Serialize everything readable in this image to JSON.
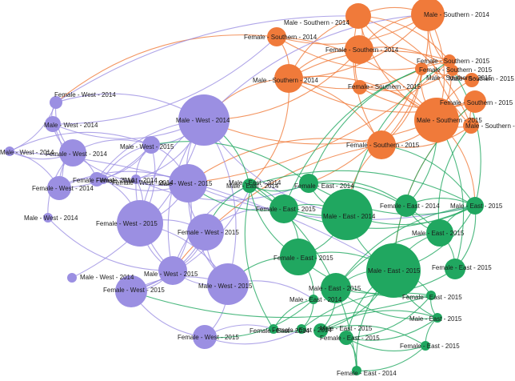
{
  "colors": {
    "west": "#9b8fe2",
    "southern": "#f07a3a",
    "east": "#20a760"
  },
  "nodes": [
    {
      "id": "s1",
      "group": "southern",
      "label": "Male - Southern - 2014"
    },
    {
      "id": "s2",
      "group": "southern",
      "label": "Male - Southern - 2014"
    },
    {
      "id": "s3",
      "group": "southern",
      "label": "Female - Southern - 2014"
    },
    {
      "id": "s4",
      "group": "southern",
      "label": "Female - Southern - 2014"
    },
    {
      "id": "s5",
      "group": "southern",
      "label": "Male - Southern - 2014"
    },
    {
      "id": "s6",
      "group": "southern",
      "label": "Female - Southern - 2015"
    },
    {
      "id": "s7",
      "group": "southern",
      "label": "Female - Southern - 2015"
    },
    {
      "id": "s8",
      "group": "southern",
      "label": "Male - Southern - 2015"
    },
    {
      "id": "s9",
      "group": "southern",
      "label": "Male - Southern - 2015"
    },
    {
      "id": "s10",
      "group": "southern",
      "label": "Female - Southern - 2015"
    },
    {
      "id": "s11",
      "group": "southern",
      "label": "Male - Southern - 2015"
    },
    {
      "id": "s12",
      "group": "southern",
      "label": "Female - Southern - 2015"
    },
    {
      "id": "s13",
      "group": "southern",
      "label": "Male - Southern - 2015"
    },
    {
      "id": "s14",
      "group": "southern",
      "label": "Female - Southern - 2015"
    },
    {
      "id": "w1",
      "group": "west",
      "label": "Female - West - 2014"
    },
    {
      "id": "w2",
      "group": "west",
      "label": "Male - West - 2014"
    },
    {
      "id": "w3",
      "group": "west",
      "label": "Male - West - 2014"
    },
    {
      "id": "w4",
      "group": "west",
      "label": "Female - West - 2014"
    },
    {
      "id": "w5",
      "group": "west",
      "label": "Female - West - 2014"
    },
    {
      "id": "w6",
      "group": "west",
      "label": "Male - West - 2014"
    },
    {
      "id": "w7",
      "group": "west",
      "label": "Female - West - 2014"
    },
    {
      "id": "w8",
      "group": "west",
      "label": "Male - West - 2015"
    },
    {
      "id": "w9",
      "group": "west",
      "label": "Female - West - 2014"
    },
    {
      "id": "w10",
      "group": "west",
      "label": "Male - West - 2015"
    },
    {
      "id": "w11",
      "group": "west",
      "label": "Female - West - 2014"
    },
    {
      "id": "w12",
      "group": "west",
      "label": "Female - West - 2015"
    },
    {
      "id": "w13",
      "group": "west",
      "label": "Female - West - 2015"
    },
    {
      "id": "w14",
      "group": "west",
      "label": "Male - West - 2015"
    },
    {
      "id": "w15",
      "group": "west",
      "label": "Male - West - 2015"
    },
    {
      "id": "w16",
      "group": "west",
      "label": "Female - West - 2015"
    },
    {
      "id": "w17",
      "group": "west",
      "label": "Female - West - 2015"
    },
    {
      "id": "w18",
      "group": "west",
      "label": "Male - West - 2014"
    },
    {
      "id": "w19",
      "group": "west",
      "label": "Male - West - 2014"
    },
    {
      "id": "e1",
      "group": "east",
      "label": "Male - East - 2014"
    },
    {
      "id": "e2",
      "group": "east",
      "label": "Female - East - 2014"
    },
    {
      "id": "e3",
      "group": "east",
      "label": "Female - East - 2015"
    },
    {
      "id": "e4",
      "group": "east",
      "label": "Male - East - 2014"
    },
    {
      "id": "e5",
      "group": "east",
      "label": "Female - East - 2014"
    },
    {
      "id": "e6",
      "group": "east",
      "label": "Male - East - 2015"
    },
    {
      "id": "e7",
      "group": "east",
      "label": "Female - East - 2015"
    },
    {
      "id": "e8",
      "group": "east",
      "label": "Male - East - 2015"
    },
    {
      "id": "e9",
      "group": "east",
      "label": "Male - East - 2015"
    },
    {
      "id": "e10",
      "group": "east",
      "label": "Female - East - 2015"
    },
    {
      "id": "e11",
      "group": "east",
      "label": "Male - East - 2015"
    },
    {
      "id": "e12",
      "group": "east",
      "label": "Female - East - 2015"
    },
    {
      "id": "e13",
      "group": "east",
      "label": "Male - East - 2015"
    },
    {
      "id": "e14",
      "group": "east",
      "label": "Male - East - 2015"
    },
    {
      "id": "e15",
      "group": "east",
      "label": "Female - East - 2015"
    },
    {
      "id": "e16",
      "group": "east",
      "label": "Female - East - 2015"
    },
    {
      "id": "e17",
      "group": "east",
      "label": "Female - East - 2014"
    },
    {
      "id": "e18",
      "group": "east",
      "label": "Male - East - 2014"
    },
    {
      "id": "e19",
      "group": "east",
      "label": "Female - East - 2014"
    },
    {
      "id": "e20",
      "group": "east",
      "label": "Female - East - 2014"
    },
    {
      "id": "e21",
      "group": "east",
      "label": "Male - East - 2014"
    }
  ],
  "edges": [
    [
      "s1",
      "s2",
      "southern"
    ],
    [
      "s1",
      "s3",
      "southern"
    ],
    [
      "s1",
      "s4",
      "southern"
    ],
    [
      "s1",
      "s5",
      "southern"
    ],
    [
      "s1",
      "s8",
      "southern"
    ],
    [
      "s1",
      "s11",
      "southern"
    ],
    [
      "s1",
      "s13",
      "southern"
    ],
    [
      "s2",
      "s4",
      "southern"
    ],
    [
      "s2",
      "s5",
      "southern"
    ],
    [
      "s2",
      "s6",
      "southern"
    ],
    [
      "s2",
      "s9",
      "southern"
    ],
    [
      "s2",
      "s13",
      "southern"
    ],
    [
      "s2",
      "s14",
      "southern"
    ],
    [
      "s3",
      "s5",
      "southern"
    ],
    [
      "s3",
      "s6",
      "southern"
    ],
    [
      "s3",
      "s11",
      "southern"
    ],
    [
      "s4",
      "s5",
      "southern"
    ],
    [
      "s4",
      "s8",
      "southern"
    ],
    [
      "s4",
      "s10",
      "southern"
    ],
    [
      "s5",
      "s6",
      "southern"
    ],
    [
      "s5",
      "s7",
      "southern"
    ],
    [
      "s5",
      "s11",
      "southern"
    ],
    [
      "s5",
      "s12",
      "southern"
    ],
    [
      "s5",
      "s14",
      "southern"
    ],
    [
      "s6",
      "s7",
      "southern"
    ],
    [
      "s6",
      "s11",
      "southern"
    ],
    [
      "s7",
      "s11",
      "southern"
    ],
    [
      "s7",
      "s14",
      "southern"
    ],
    [
      "s8",
      "s9",
      "southern"
    ],
    [
      "s8",
      "s10",
      "southern"
    ],
    [
      "s9",
      "s11",
      "southern"
    ],
    [
      "s10",
      "s11",
      "southern"
    ],
    [
      "s10",
      "s12",
      "southern"
    ],
    [
      "s11",
      "s12",
      "southern"
    ],
    [
      "s11",
      "s13",
      "southern"
    ],
    [
      "s11",
      "s14",
      "southern"
    ],
    [
      "s12",
      "s13",
      "southern"
    ],
    [
      "s13",
      "s14",
      "southern"
    ],
    [
      "s2",
      "s11",
      "southern"
    ],
    [
      "s1",
      "s14",
      "southern"
    ],
    [
      "s5",
      "w6",
      "southern"
    ],
    [
      "s4",
      "w6",
      "southern"
    ],
    [
      "s14",
      "w10",
      "southern"
    ],
    [
      "s11",
      "w6",
      "southern"
    ],
    [
      "s3",
      "w1",
      "southern"
    ],
    [
      "s6",
      "w10",
      "southern"
    ],
    [
      "s14",
      "w14",
      "southern"
    ],
    [
      "s11",
      "e6",
      "southern"
    ],
    [
      "s14",
      "e4",
      "southern"
    ],
    [
      "s5",
      "e1",
      "southern"
    ],
    [
      "s12",
      "e8",
      "southern"
    ],
    [
      "s7",
      "e2",
      "southern"
    ],
    [
      "w1",
      "w2",
      "west"
    ],
    [
      "w1",
      "w3",
      "west"
    ],
    [
      "w1",
      "w4",
      "west"
    ],
    [
      "w1",
      "w6",
      "west"
    ],
    [
      "w2",
      "w4",
      "west"
    ],
    [
      "w2",
      "w5",
      "west"
    ],
    [
      "w3",
      "w4",
      "west"
    ],
    [
      "w3",
      "w5",
      "west"
    ],
    [
      "w4",
      "w5",
      "west"
    ],
    [
      "w4",
      "w7",
      "west"
    ],
    [
      "w4",
      "w10",
      "west"
    ],
    [
      "w5",
      "w7",
      "west"
    ],
    [
      "w5",
      "w8",
      "west"
    ],
    [
      "w5",
      "w10",
      "west"
    ],
    [
      "w6",
      "w7",
      "west"
    ],
    [
      "w6",
      "w8",
      "west"
    ],
    [
      "w6",
      "w10",
      "west"
    ],
    [
      "w6",
      "w11",
      "west"
    ],
    [
      "w6",
      "w14",
      "west"
    ],
    [
      "w6",
      "w15",
      "west"
    ],
    [
      "w7",
      "w8",
      "west"
    ],
    [
      "w7",
      "w9",
      "west"
    ],
    [
      "w8",
      "w9",
      "west"
    ],
    [
      "w8",
      "w10",
      "west"
    ],
    [
      "w8",
      "w11",
      "west"
    ],
    [
      "w8",
      "w12",
      "west"
    ],
    [
      "w9",
      "w10",
      "west"
    ],
    [
      "w9",
      "w12",
      "west"
    ],
    [
      "w10",
      "w11",
      "west"
    ],
    [
      "w10",
      "w12",
      "west"
    ],
    [
      "w10",
      "w13",
      "west"
    ],
    [
      "w10",
      "w14",
      "west"
    ],
    [
      "w10",
      "w15",
      "west"
    ],
    [
      "w11",
      "w12",
      "west"
    ],
    [
      "w11",
      "w14",
      "west"
    ],
    [
      "w12",
      "w13",
      "west"
    ],
    [
      "w12",
      "w14",
      "west"
    ],
    [
      "w13",
      "w14",
      "west"
    ],
    [
      "w13",
      "w15",
      "west"
    ],
    [
      "w13",
      "w16",
      "west"
    ],
    [
      "w14",
      "w15",
      "west"
    ],
    [
      "w14",
      "w16",
      "west"
    ],
    [
      "w15",
      "w16",
      "west"
    ],
    [
      "w15",
      "w17",
      "west"
    ],
    [
      "w16",
      "w17",
      "west"
    ],
    [
      "w12",
      "w15",
      "west"
    ],
    [
      "w2",
      "w6",
      "west"
    ],
    [
      "w4",
      "w8",
      "west"
    ],
    [
      "w6",
      "w12",
      "west"
    ],
    [
      "w3",
      "w8",
      "west"
    ],
    [
      "w18",
      "w6",
      "west"
    ],
    [
      "w19",
      "w4",
      "west"
    ],
    [
      "w19",
      "w14",
      "west"
    ],
    [
      "w6",
      "s1",
      "west"
    ],
    [
      "w2",
      "s3",
      "west"
    ],
    [
      "w1",
      "s2",
      "west"
    ],
    [
      "w17",
      "e17",
      "west"
    ],
    [
      "w15",
      "e18",
      "west"
    ],
    [
      "w6",
      "e4",
      "west"
    ],
    [
      "w14",
      "e1",
      "west"
    ],
    [
      "w10",
      "e6",
      "west"
    ],
    [
      "w17",
      "e19",
      "west"
    ],
    [
      "w16",
      "e21",
      "west"
    ],
    [
      "w13",
      "e3",
      "west"
    ],
    [
      "w11",
      "e2",
      "west"
    ],
    [
      "w3",
      "e8",
      "west"
    ],
    [
      "e1",
      "e2",
      "east"
    ],
    [
      "e1",
      "e3",
      "east"
    ],
    [
      "e1",
      "e4",
      "east"
    ],
    [
      "e1",
      "e6",
      "east"
    ],
    [
      "e2",
      "e4",
      "east"
    ],
    [
      "e2",
      "e5",
      "east"
    ],
    [
      "e2",
      "e6",
      "east"
    ],
    [
      "e3",
      "e4",
      "east"
    ],
    [
      "e3",
      "e6",
      "east"
    ],
    [
      "e3",
      "e7",
      "east"
    ],
    [
      "e4",
      "e6",
      "east"
    ],
    [
      "e4",
      "e7",
      "east"
    ],
    [
      "e4",
      "e8",
      "east"
    ],
    [
      "e5",
      "e6",
      "east"
    ],
    [
      "e5",
      "e9",
      "east"
    ],
    [
      "e6",
      "e8",
      "east"
    ],
    [
      "e6",
      "e9",
      "east"
    ],
    [
      "e6",
      "e10",
      "east"
    ],
    [
      "e6",
      "e11",
      "east"
    ],
    [
      "e7",
      "e8",
      "east"
    ],
    [
      "e7",
      "e12",
      "east"
    ],
    [
      "e8",
      "e9",
      "east"
    ],
    [
      "e8",
      "e11",
      "east"
    ],
    [
      "e8",
      "e12",
      "east"
    ],
    [
      "e8",
      "e13",
      "east"
    ],
    [
      "e8",
      "e14",
      "east"
    ],
    [
      "e8",
      "e15",
      "east"
    ],
    [
      "e9",
      "e10",
      "east"
    ],
    [
      "e9",
      "e11",
      "east"
    ],
    [
      "e10",
      "e11",
      "east"
    ],
    [
      "e11",
      "e13",
      "east"
    ],
    [
      "e11",
      "e14",
      "east"
    ],
    [
      "e12",
      "e13",
      "east"
    ],
    [
      "e12",
      "e15",
      "east"
    ],
    [
      "e13",
      "e14",
      "east"
    ],
    [
      "e13",
      "e15",
      "east"
    ],
    [
      "e13",
      "e16",
      "east"
    ],
    [
      "e14",
      "e16",
      "east"
    ],
    [
      "e15",
      "e16",
      "east"
    ],
    [
      "e16",
      "e20",
      "east"
    ],
    [
      "e17",
      "e18",
      "east"
    ],
    [
      "e17",
      "e19",
      "east"
    ],
    [
      "e18",
      "e19",
      "east"
    ],
    [
      "e19",
      "e21",
      "east"
    ],
    [
      "e20",
      "e21",
      "east"
    ],
    [
      "e15",
      "e20",
      "east"
    ],
    [
      "e12",
      "e17",
      "east"
    ],
    [
      "e7",
      "e18",
      "east"
    ],
    [
      "e8",
      "e20",
      "east"
    ],
    [
      "e2",
      "e9",
      "east"
    ],
    [
      "e1",
      "e7",
      "east"
    ],
    [
      "e4",
      "s6",
      "east"
    ],
    [
      "e6",
      "s14",
      "east"
    ],
    [
      "e9",
      "s13",
      "east"
    ],
    [
      "e5",
      "s11",
      "east"
    ],
    [
      "e2",
      "s7",
      "east"
    ],
    [
      "e6",
      "s8",
      "east"
    ],
    [
      "e8",
      "s12",
      "east"
    ],
    [
      "e10",
      "s11",
      "east"
    ],
    [
      "e3",
      "s7",
      "east"
    ],
    [
      "e1",
      "w6",
      "east"
    ],
    [
      "e3",
      "w10",
      "east"
    ],
    [
      "e7",
      "w15",
      "east"
    ],
    [
      "e18",
      "w17",
      "east"
    ],
    [
      "e2",
      "w8",
      "east"
    ],
    [
      "e12",
      "w16",
      "east"
    ],
    [
      "e21",
      "w13",
      "east"
    ]
  ]
}
